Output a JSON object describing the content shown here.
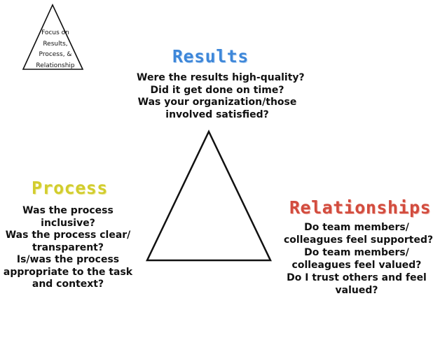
{
  "corner_note": {
    "lines": [
      "Focus on",
      "Results,",
      "Process, &",
      "Relationship"
    ]
  },
  "results": {
    "heading": "Results",
    "color": "#3e87d9",
    "lines": [
      "Were the results high-quality?",
      "Did it get done on time?",
      "Was your organization/those",
      "involved satisfied?"
    ]
  },
  "process": {
    "heading": "Process",
    "color": "#d2cd2e",
    "lines": [
      "Was the process",
      "inclusive?",
      "Was the process clear/",
      "transparent?",
      "Is/was the process",
      "appropriate to the task",
      "and context?"
    ]
  },
  "relationships": {
    "heading": "Relationships",
    "color": "#d24c3e",
    "lines": [
      "Do team members/",
      "colleagues feel supported?",
      "Do team members/",
      "colleagues feel valued?",
      "Do I trust others and feel",
      "valued?"
    ]
  }
}
